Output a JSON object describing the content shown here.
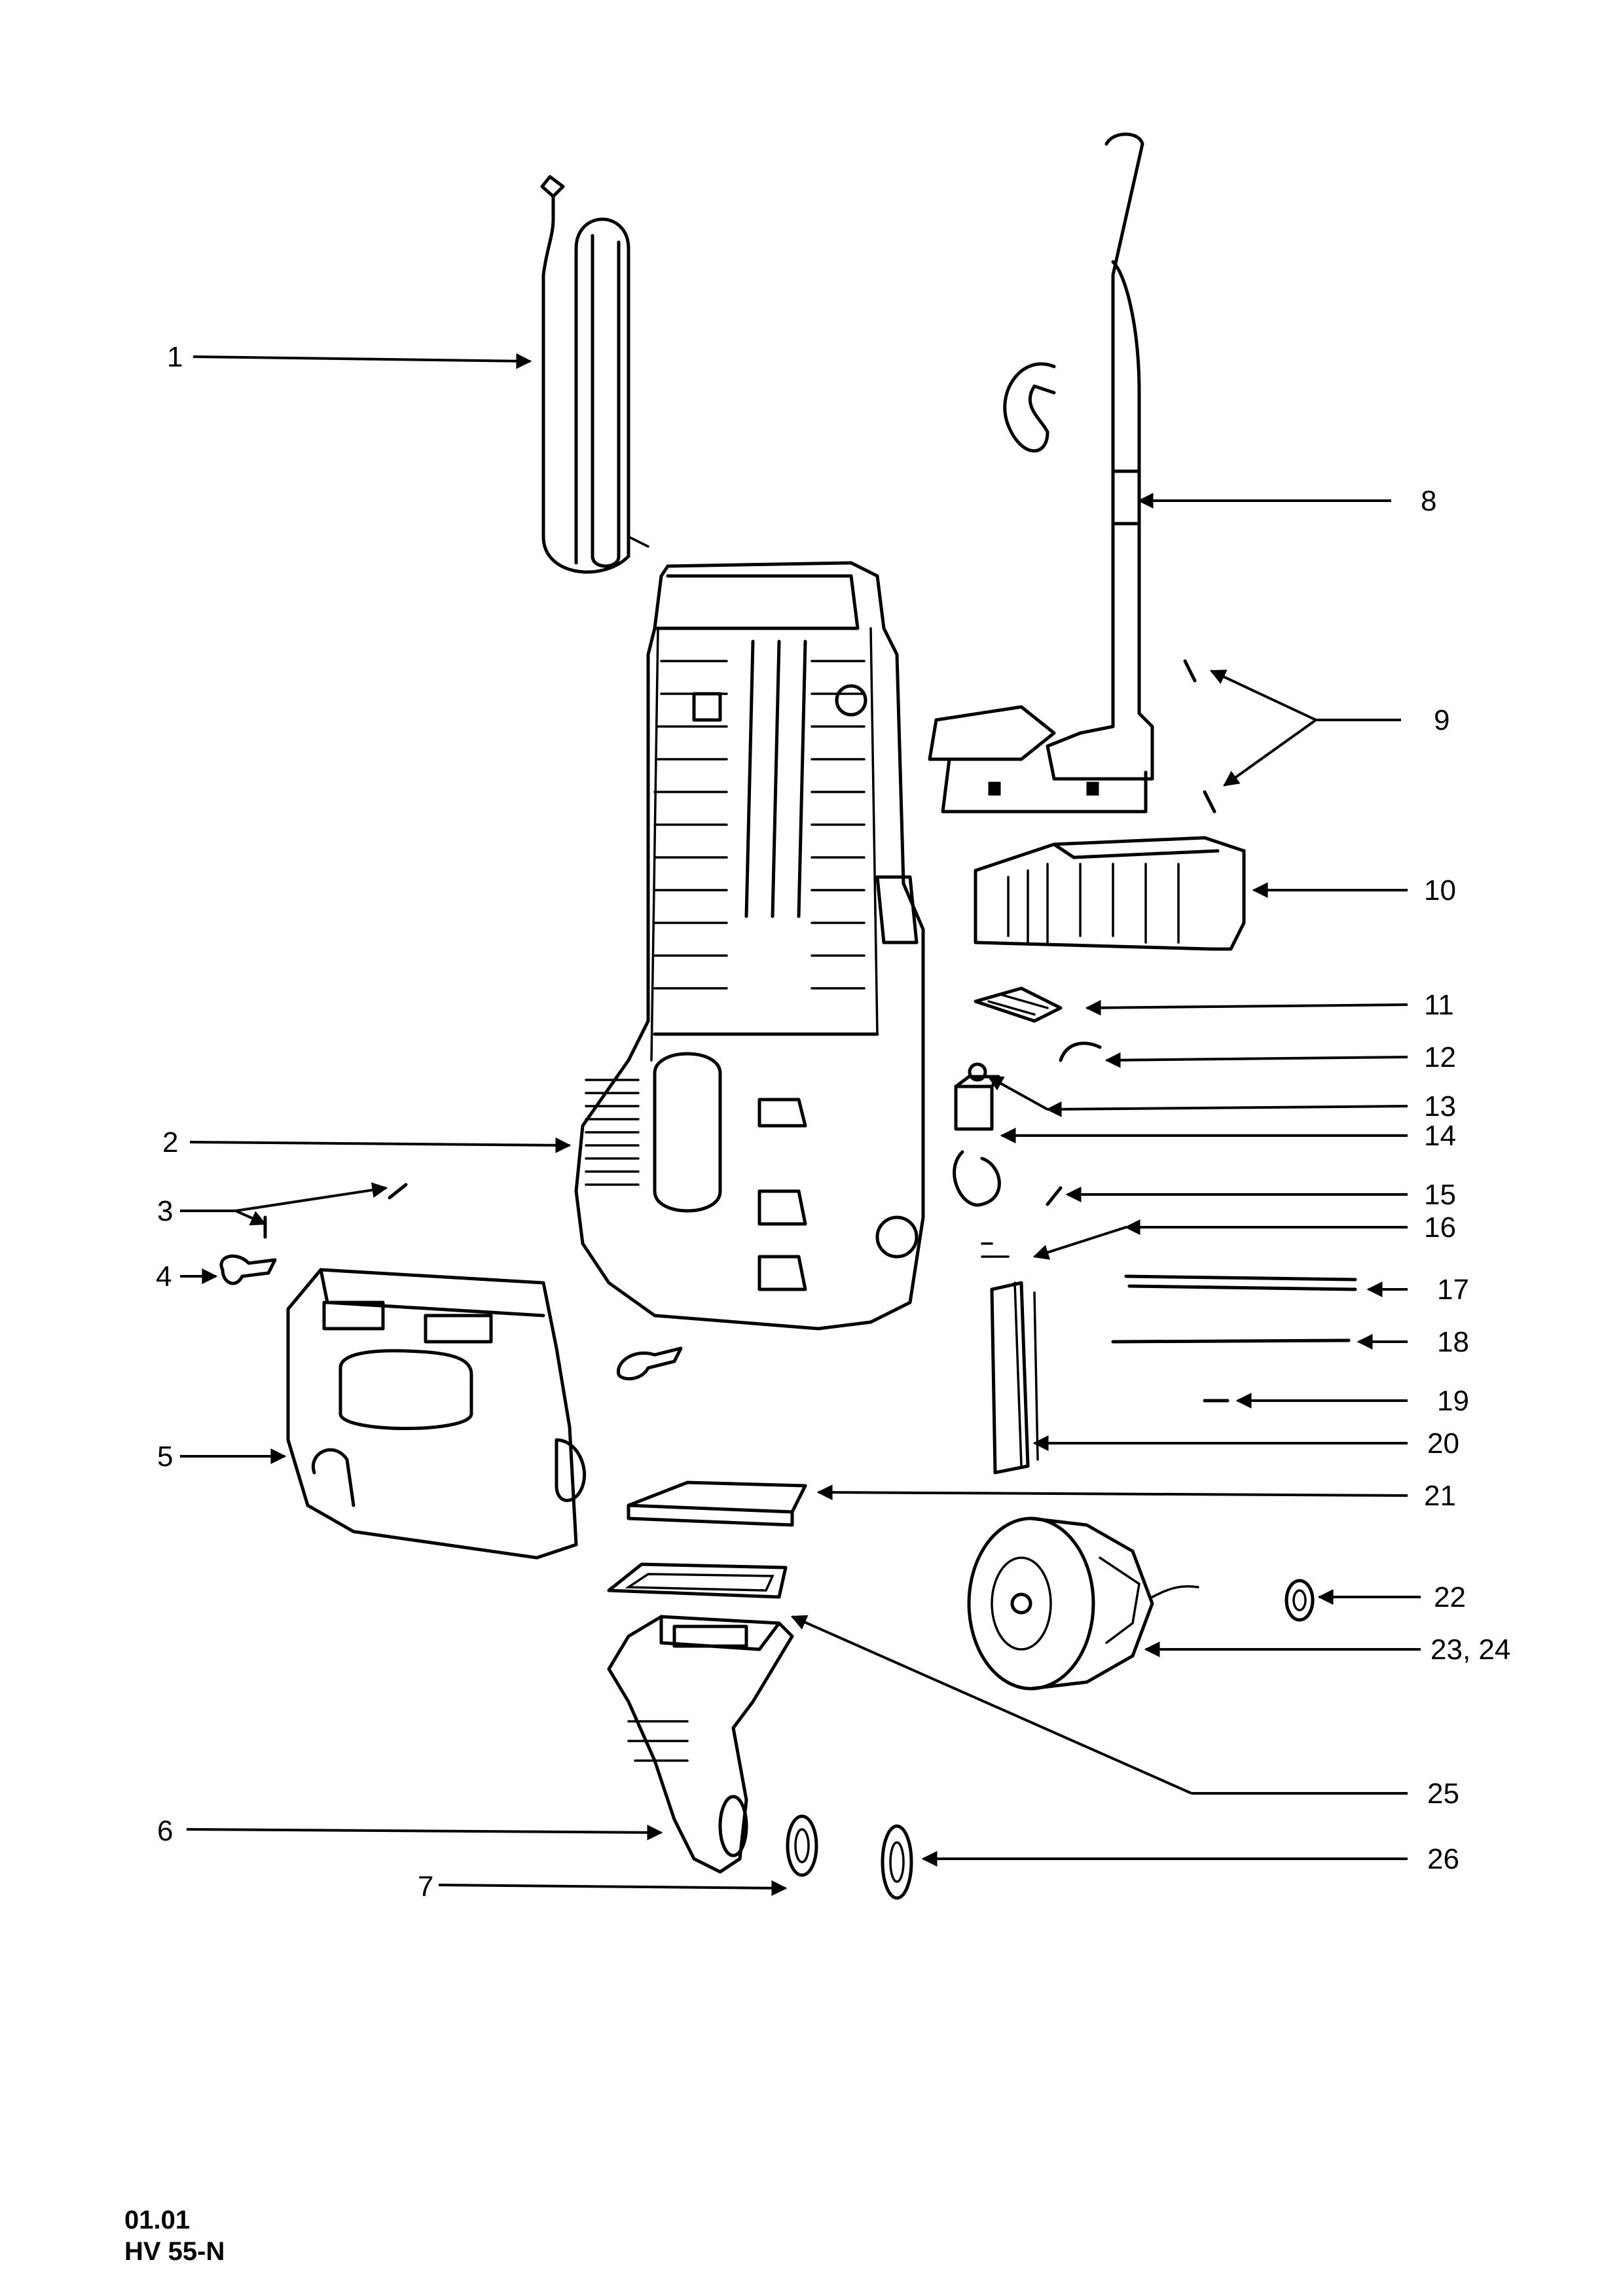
{
  "callouts": [
    "1",
    "2",
    "3",
    "4",
    "5",
    "6",
    "7",
    "8",
    "9",
    "10",
    "11",
    "12",
    "13",
    "14",
    "15",
    "16",
    "17",
    "18",
    "19",
    "20",
    "21",
    "22",
    "23, 24",
    "25",
    "26"
  ],
  "footer": {
    "date": "01.01",
    "model": "HV 55-N"
  }
}
